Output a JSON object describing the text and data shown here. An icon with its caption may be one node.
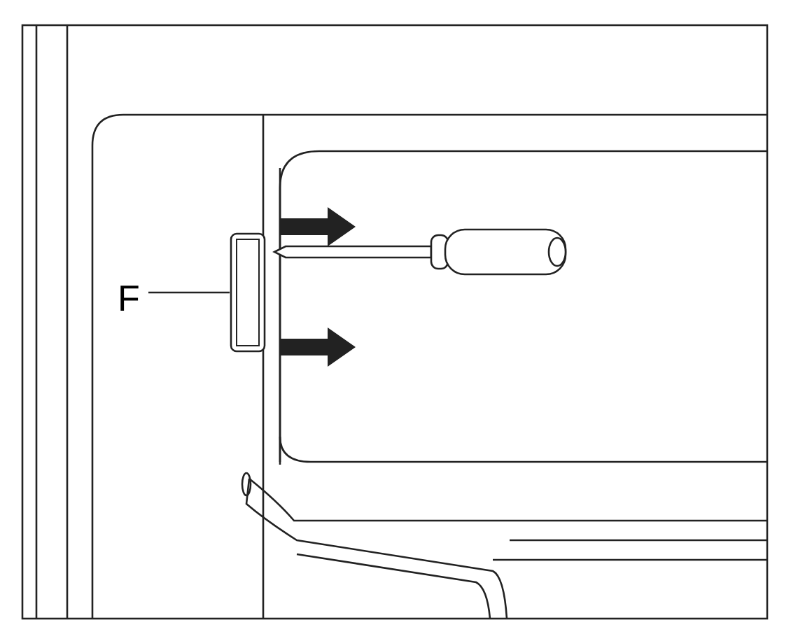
{
  "diagram": {
    "nodes": [
      {
        "text": [
          "F"
        ]
      },
      {
        "text": [],
        "shape": "box"
      }
    ],
    "edges": [
      {
        "from": 0,
        "to": 1,
        "arrow": "none"
      }
    ]
  }
}
